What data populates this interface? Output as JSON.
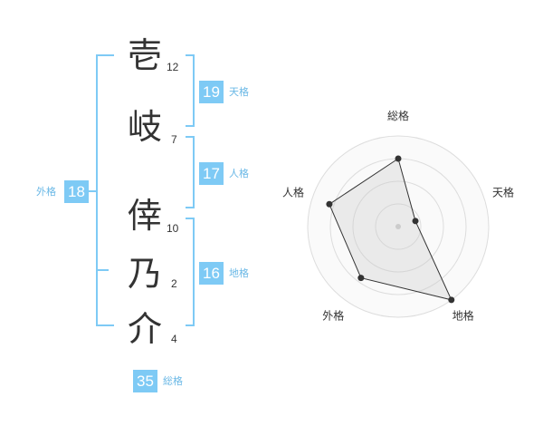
{
  "name": {
    "characters": [
      {
        "char": "壱",
        "strokes": "12"
      },
      {
        "char": "岐",
        "strokes": "7"
      },
      {
        "char": "倖",
        "strokes": "10"
      },
      {
        "char": "乃",
        "strokes": "2"
      },
      {
        "char": "介",
        "strokes": "4"
      }
    ]
  },
  "fortunes": {
    "tenkaku": {
      "value": "19",
      "label": "天格"
    },
    "jinkaku": {
      "value": "17",
      "label": "人格"
    },
    "chikaku": {
      "value": "16",
      "label": "地格"
    },
    "gaikaku": {
      "value": "18",
      "label": "外格"
    },
    "soukaku": {
      "value": "35",
      "label": "総格"
    }
  },
  "colors": {
    "accent": "#7ecaf5",
    "accent_text": "#6ab8e6",
    "text": "#333333"
  },
  "chart_data": {
    "type": "radar",
    "axes": [
      "総格",
      "天格",
      "地格",
      "外格",
      "人格"
    ],
    "values": [
      0.75,
      0.2,
      1.0,
      0.7,
      0.8
    ],
    "range": [
      0,
      1
    ],
    "rings": 4,
    "grid": true
  }
}
